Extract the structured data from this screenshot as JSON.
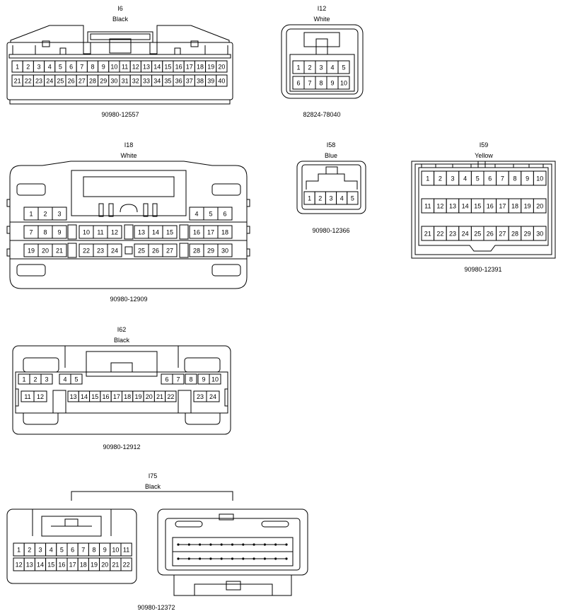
{
  "connectors": {
    "i6": {
      "id": "I6",
      "color": "Black",
      "part": "90980-12557",
      "row1": [
        "1",
        "2",
        "3",
        "4",
        "5",
        "6",
        "7",
        "8",
        "9",
        "10",
        "11",
        "12",
        "13",
        "14",
        "15",
        "16",
        "17",
        "18",
        "19",
        "20"
      ],
      "row2": [
        "21",
        "22",
        "23",
        "24",
        "25",
        "26",
        "27",
        "28",
        "29",
        "30",
        "31",
        "32",
        "33",
        "34",
        "35",
        "36",
        "37",
        "38",
        "39",
        "40"
      ]
    },
    "i12": {
      "id": "I12",
      "color": "White",
      "part": "82824-78040",
      "row1": [
        "1",
        "2",
        "3",
        "4",
        "5"
      ],
      "row2": [
        "6",
        "7",
        "8",
        "9",
        "10"
      ]
    },
    "i18": {
      "id": "I18",
      "color": "White",
      "part": "90980-12909",
      "row1a": [
        "1",
        "2",
        "3"
      ],
      "row1b": [
        "4",
        "5",
        "6"
      ],
      "row2a": [
        "7",
        "8",
        "9"
      ],
      "row2b": [
        "10",
        "11",
        "12"
      ],
      "row2c": [
        "13",
        "14",
        "15"
      ],
      "row2d": [
        "16",
        "17",
        "18"
      ],
      "row3a": [
        "19",
        "20",
        "21"
      ],
      "row3b": [
        "22",
        "23",
        "24"
      ],
      "row3c": [
        "25",
        "26",
        "27"
      ],
      "row3d": [
        "28",
        "29",
        "30"
      ]
    },
    "i58": {
      "id": "I58",
      "color": "Blue",
      "part": "90980-12366",
      "row1": [
        "1",
        "2",
        "3",
        "4",
        "5"
      ]
    },
    "i59": {
      "id": "I59",
      "color": "Yellow",
      "part": "90980-12391",
      "row1": [
        "1",
        "2",
        "3",
        "4",
        "5",
        "6",
        "7",
        "8",
        "9",
        "10"
      ],
      "row2": [
        "11",
        "12",
        "13",
        "14",
        "15",
        "16",
        "17",
        "18",
        "19",
        "20"
      ],
      "row3": [
        "21",
        "22",
        "23",
        "24",
        "25",
        "26",
        "27",
        "28",
        "29",
        "30"
      ]
    },
    "i62": {
      "id": "I62",
      "color": "Black",
      "part": "90980-12912",
      "row1a": [
        "1",
        "2",
        "3"
      ],
      "row1b": [
        "4",
        "5"
      ],
      "row1c": [
        "6",
        "7"
      ],
      "row1d": [
        "8"
      ],
      "row1e": [
        "9",
        "10"
      ],
      "row2a": [
        "11",
        "12"
      ],
      "row2b": [
        "13",
        "14",
        "15",
        "16",
        "17",
        "18",
        "19",
        "20",
        "21",
        "22"
      ],
      "row2c": [
        "23",
        "24"
      ]
    },
    "i75": {
      "id": "I75",
      "color": "Black",
      "part": "90980-12372",
      "row1": [
        "1",
        "2",
        "3",
        "4",
        "5",
        "6",
        "7",
        "8",
        "9",
        "10",
        "11"
      ],
      "row2": [
        "12",
        "13",
        "14",
        "15",
        "16",
        "17",
        "18",
        "19",
        "20",
        "21",
        "22"
      ]
    }
  }
}
